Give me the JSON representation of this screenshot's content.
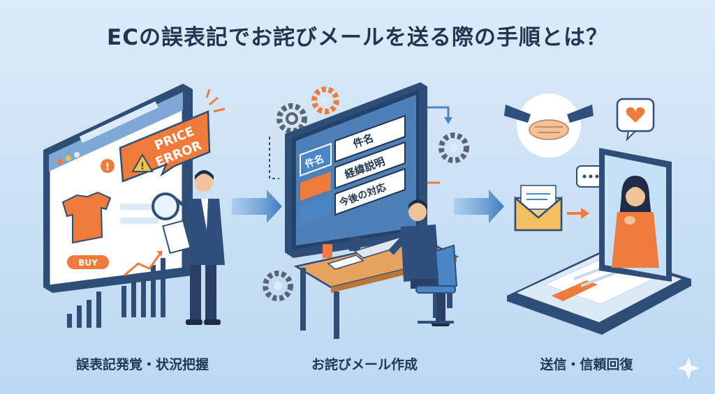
{
  "title": "ECの誤表記でお詫びメールを送る際の手順とは？",
  "steps": [
    {
      "caption": "誤表記発覚・状況把握",
      "banner_line1": "PRICE",
      "banner_line2": "ERROR",
      "button_label": "BUY"
    },
    {
      "caption": "お詫びメール作成",
      "tag_label": "件名",
      "fields": [
        "件名",
        "経緯説明",
        "今後の対応"
      ]
    },
    {
      "caption": "送信・信頼回復"
    }
  ],
  "colors": {
    "accent_orange": "#ee7a3c",
    "navy": "#1f3550",
    "blue": "#4a86c5"
  }
}
